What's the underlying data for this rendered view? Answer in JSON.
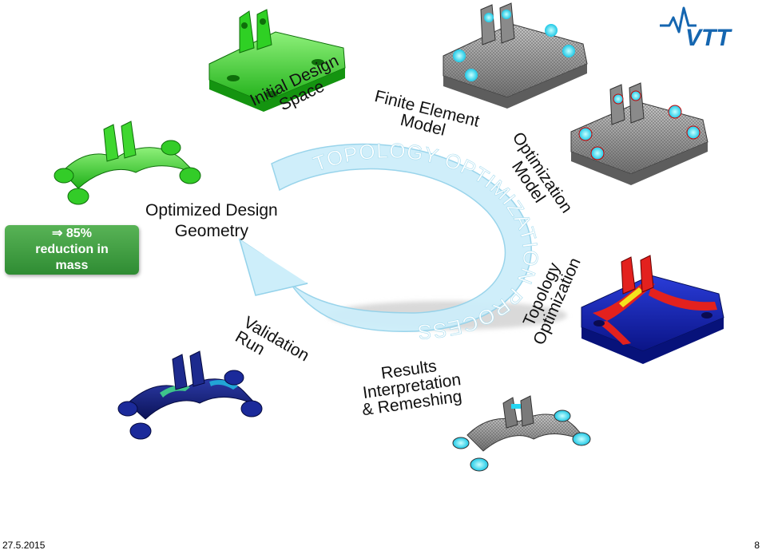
{
  "logo": {
    "text": "VTT",
    "color": "#1566b0"
  },
  "cycle": {
    "title": "TOPOLOGY OPTIMIZATION PROCESS",
    "arrow_color": "#bfe6f6",
    "arrow_stroke": "#8ccbe6"
  },
  "stages": {
    "initial": [
      "Initial Design",
      "Space"
    ],
    "fem": [
      "Finite Element",
      "Model"
    ],
    "optmodel": [
      "Optimization",
      "Model"
    ],
    "topo": [
      "Topology",
      "Optimization"
    ],
    "results": [
      "Results",
      "Interpretation",
      "& Remeshing"
    ],
    "validation": [
      "Validation",
      "Run"
    ],
    "optimized": [
      "Optimized Design",
      "Geometry"
    ]
  },
  "badge": {
    "arrow": "⇒",
    "lines": [
      "85%",
      "reduction in",
      "mass"
    ],
    "color": "#3e9e40"
  },
  "footer": {
    "date": "27.5.2015",
    "page": "8"
  }
}
